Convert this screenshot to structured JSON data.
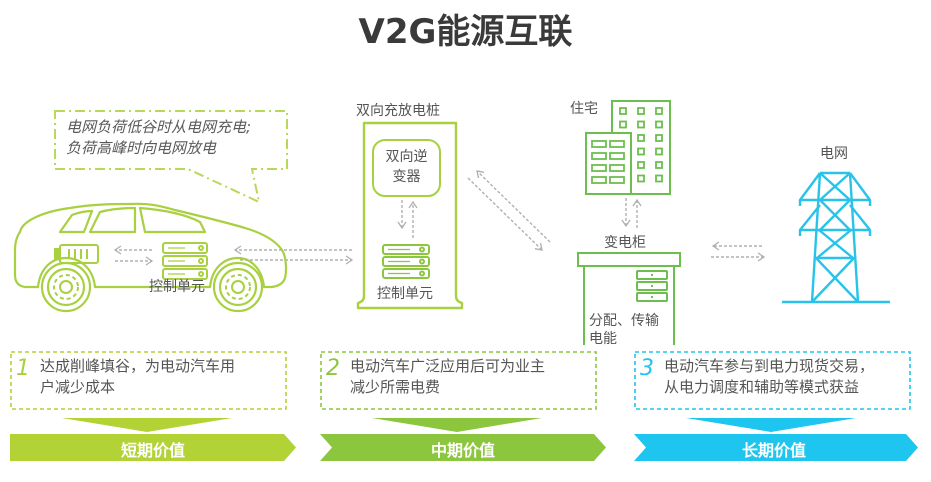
{
  "title": "V2G能源互联",
  "bubble": {
    "lines": [
      "电网负荷低谷时从电网充电;",
      "负荷高峰时向电网放电"
    ]
  },
  "car": {
    "control_unit_label": "控制单元"
  },
  "charging_pile": {
    "title": "双向充放电桩",
    "inverter_lines": [
      "双向逆",
      "变器"
    ],
    "control_unit_label": "控制单元"
  },
  "residence": {
    "label": "住宅"
  },
  "transformer": {
    "label": "变电柜",
    "desc_lines": [
      "分配、传输",
      "电能"
    ]
  },
  "grid": {
    "label": "电网"
  },
  "values": [
    {
      "number": "1",
      "lines": [
        "达成削峰填谷，为电动汽车用",
        "户减少成本"
      ],
      "banner": "短期价值",
      "color": "#b2d235"
    },
    {
      "number": "2",
      "lines": [
        "电动汽车广泛应用后可为业主",
        "减少所需电费"
      ],
      "banner": "中期价值",
      "color": "#8cc63f"
    },
    {
      "number": "3",
      "lines": [
        "电动汽车参与到电力现货交易，",
        "从电力调度和辅助等模式获益"
      ],
      "banner": "长期价值",
      "color": "#1ec5ef"
    }
  ],
  "colors": {
    "lime": "#a8d040",
    "green": "#6cbf4f",
    "cyan": "#1ec5ef",
    "arrow_gray": "#b0b0b0"
  },
  "icons": {
    "car": "electric-car-icon",
    "battery": "battery-icon",
    "server": "control-unit-icon",
    "building": "residence-building-icon",
    "cabinet": "transformer-cabinet-icon",
    "tower": "power-tower-icon"
  }
}
